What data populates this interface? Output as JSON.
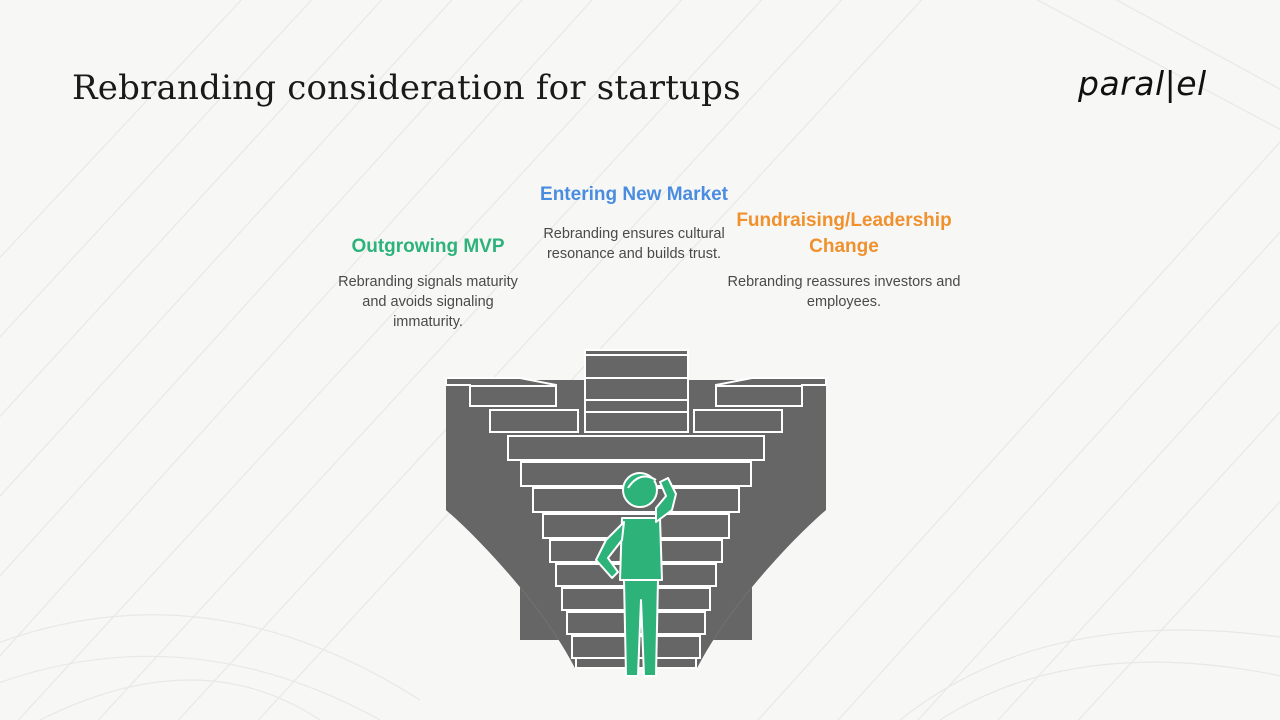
{
  "slide": {
    "title": "Rebranding consideration for startups",
    "logo_text": "paral|el"
  },
  "options": [
    {
      "key": "outgrowing",
      "title": "Outgrowing MVP",
      "description": "Rebranding signals maturity and avoids signaling immaturity.",
      "color": "#2db37a"
    },
    {
      "key": "new-market",
      "title": "Entering New Market",
      "description": "Rebranding ensures cultural resonance and builds trust.",
      "color": "#4a8de0"
    },
    {
      "key": "fundraising",
      "title": "Fundraising/Leadership Change",
      "description": "Rebranding reassures investors and employees.",
      "color": "#f0912e"
    }
  ],
  "colors": {
    "stair_fill": "#666666",
    "stair_edge": "#ffffff",
    "person": "#2db37a",
    "background": "#f7f7f6"
  },
  "icons": [
    "person-scratching-head-icon",
    "staircase-icon"
  ]
}
